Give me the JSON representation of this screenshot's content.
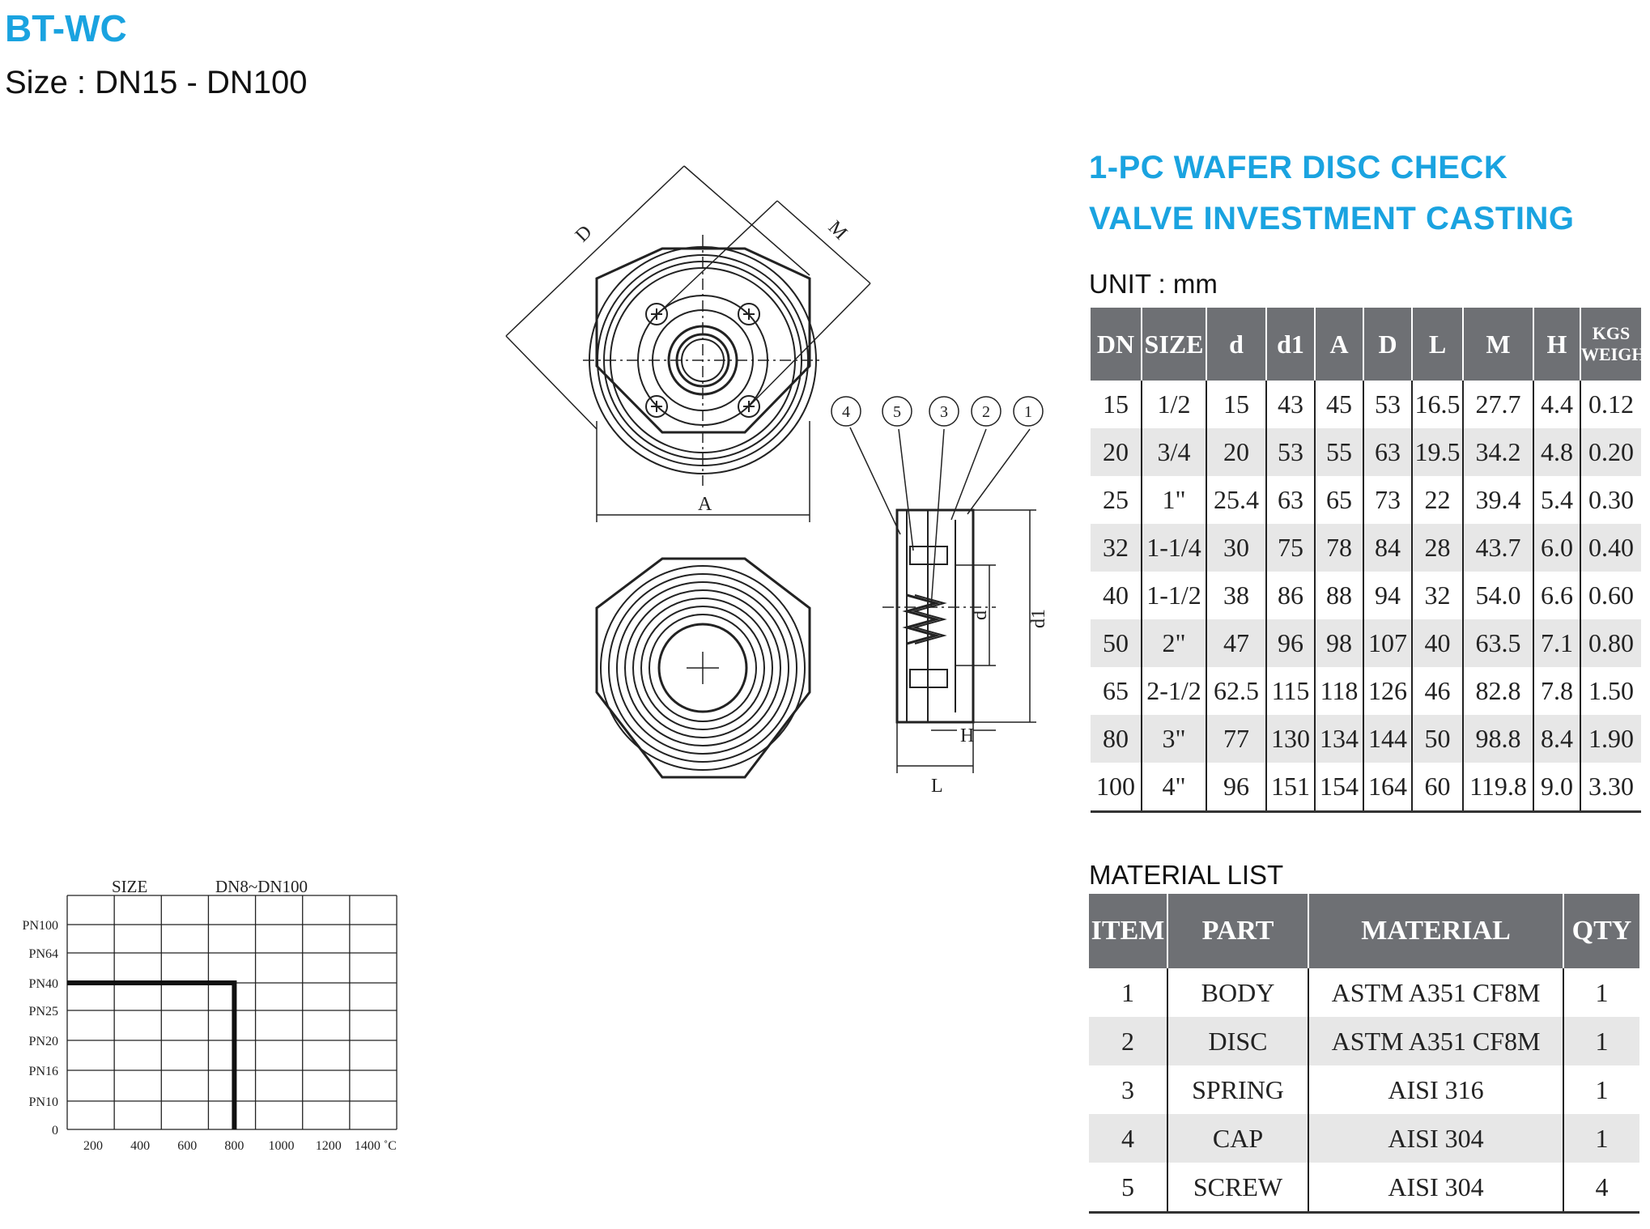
{
  "header": {
    "model": "BT-WC",
    "size": "Size : DN15 - DN100"
  },
  "product": {
    "title_line1": "1-PC WAFER DISC CHECK",
    "title_line2": "VALVE INVESTMENT CASTING",
    "title_color": "#1aa3e0"
  },
  "drawing": {
    "labels": {
      "D": "D",
      "M": "M",
      "A": "A",
      "L": "L",
      "H": "H",
      "d": "d",
      "d1": "d1"
    },
    "callouts": [
      "4",
      "5",
      "3",
      "2",
      "1"
    ]
  },
  "pt_chart": {
    "size_label": "SIZE",
    "range_label": "DN8~DN100",
    "pressure_labels": [
      "PN100",
      "PN64",
      "PN40",
      "PN25",
      "PN20",
      "PN16",
      "PN10",
      "0"
    ],
    "temp_labels": [
      "200",
      "400",
      "600",
      "800",
      "1000",
      "1200",
      "1400 ˚C"
    ],
    "limit_pressure": "PN40",
    "limit_temperature": 800
  },
  "dimensions": {
    "unit_label": "UNIT : mm",
    "headers": [
      "DN",
      "SIZE",
      "d",
      "d1",
      "A",
      "D",
      "L",
      "M",
      "H"
    ],
    "weight_header_top": "KGS",
    "weight_header_bottom": "WEIGHT",
    "rows": [
      [
        "15",
        "1/2",
        "15",
        "43",
        "45",
        "53",
        "16.5",
        "27.7",
        "4.4",
        "0.12"
      ],
      [
        "20",
        "3/4",
        "20",
        "53",
        "55",
        "63",
        "19.5",
        "34.2",
        "4.8",
        "0.20"
      ],
      [
        "25",
        "1\"",
        "25.4",
        "63",
        "65",
        "73",
        "22",
        "39.4",
        "5.4",
        "0.30"
      ],
      [
        "32",
        "1-1/4",
        "30",
        "75",
        "78",
        "84",
        "28",
        "43.7",
        "6.0",
        "0.40"
      ],
      [
        "40",
        "1-1/2",
        "38",
        "86",
        "88",
        "94",
        "32",
        "54.0",
        "6.6",
        "0.60"
      ],
      [
        "50",
        "2\"",
        "47",
        "96",
        "98",
        "107",
        "40",
        "63.5",
        "7.1",
        "0.80"
      ],
      [
        "65",
        "2-1/2",
        "62.5",
        "115",
        "118",
        "126",
        "46",
        "82.8",
        "7.8",
        "1.50"
      ],
      [
        "80",
        "3\"",
        "77",
        "130",
        "134",
        "144",
        "50",
        "98.8",
        "8.4",
        "1.90"
      ],
      [
        "100",
        "4\"",
        "96",
        "151",
        "154",
        "164",
        "60",
        "119.8",
        "9.0",
        "3.30"
      ]
    ]
  },
  "materials": {
    "label": "MATERIAL LIST",
    "headers": [
      "ITEM",
      "PART",
      "MATERIAL",
      "QTY"
    ],
    "rows": [
      [
        "1",
        "BODY",
        "ASTM A351 CF8M",
        "1"
      ],
      [
        "2",
        "DISC",
        "ASTM A351 CF8M",
        "1"
      ],
      [
        "3",
        "SPRING",
        "AISI 316",
        "1"
      ],
      [
        "4",
        "CAP",
        "AISI 304",
        "1"
      ],
      [
        "5",
        "SCREW",
        "AISI 304",
        "4"
      ]
    ]
  },
  "colors": {
    "accent": "#1aa3e0",
    "table_header": "#6e7074",
    "row_alt": "#e7e7e7"
  }
}
